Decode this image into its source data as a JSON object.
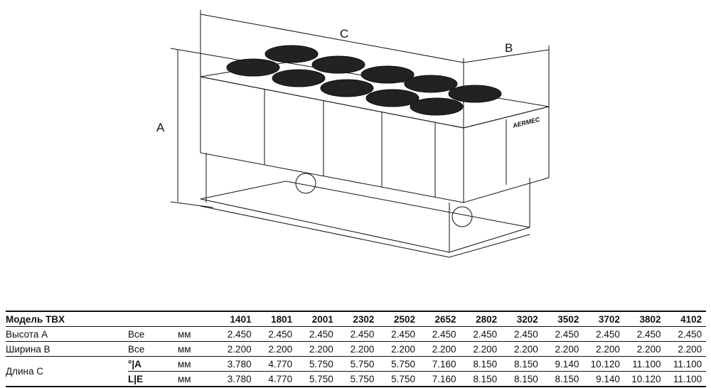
{
  "drawing": {
    "dim_labels": {
      "height": "A",
      "width": "B",
      "length": "C"
    },
    "brand": "AERMEC"
  },
  "table": {
    "header_label": "Модель TBX",
    "models": [
      "1401",
      "1801",
      "2001",
      "2302",
      "2502",
      "2652",
      "2802",
      "3202",
      "3502",
      "3702",
      "3802",
      "4102"
    ],
    "rows": [
      {
        "label": "Высота A",
        "version": "Все",
        "unit": "мм",
        "values": [
          "2.450",
          "2.450",
          "2.450",
          "2.450",
          "2.450",
          "2.450",
          "2.450",
          "2.450",
          "2.450",
          "2.450",
          "2.450",
          "2.450"
        ]
      },
      {
        "label": "Ширина B",
        "version": "Все",
        "unit": "мм",
        "values": [
          "2.200",
          "2.200",
          "2.200",
          "2.200",
          "2.200",
          "2.200",
          "2.200",
          "2.200",
          "2.200",
          "2.200",
          "2.200",
          "2.200"
        ]
      },
      {
        "label": "Длина C",
        "version": "°|A",
        "unit": "мм",
        "values": [
          "3.780",
          "4.770",
          "5.750",
          "5.750",
          "5.750",
          "7.160",
          "8.150",
          "8.150",
          "9.140",
          "10.120",
          "11.100",
          "11.100"
        ]
      },
      {
        "label": "",
        "version": "L|E",
        "unit": "мм",
        "values": [
          "3.780",
          "4.770",
          "5.750",
          "5.750",
          "5.750",
          "7.160",
          "8.150",
          "8.150",
          "8.150",
          "9.140",
          "10.120",
          "11.100"
        ]
      }
    ]
  }
}
